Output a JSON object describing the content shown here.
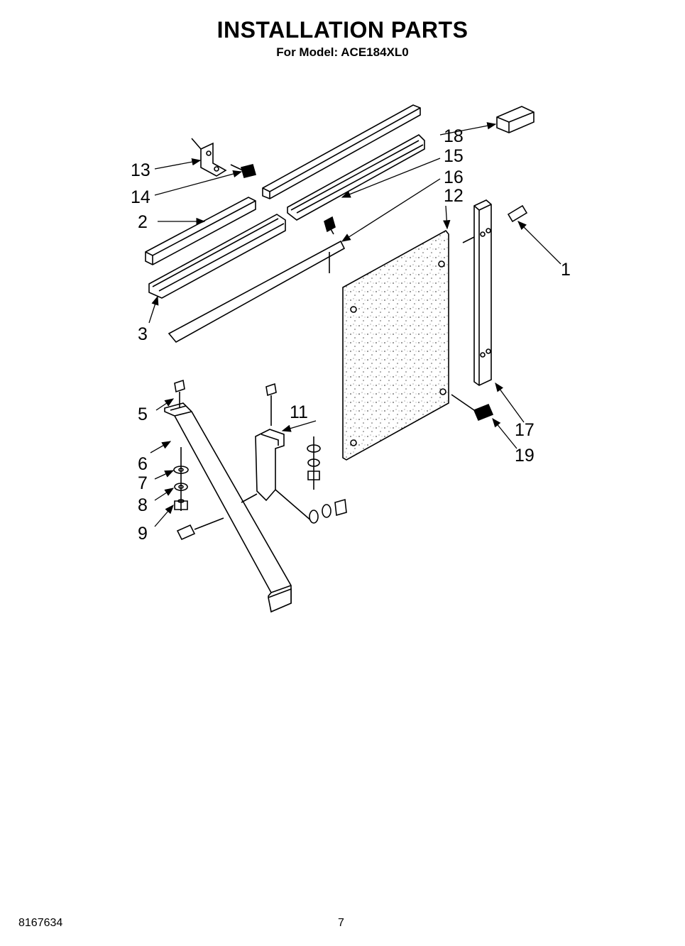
{
  "header": {
    "title": "INSTALLATION PARTS",
    "subtitle": "For Model: ACE184XL0"
  },
  "callouts": [
    "1",
    "2",
    "3",
    "5",
    "6",
    "7",
    "8",
    "9",
    "11",
    "12",
    "13",
    "14",
    "15",
    "16",
    "17",
    "18",
    "19"
  ],
  "footer": {
    "doc_number": "8167634",
    "page_number": "7"
  }
}
